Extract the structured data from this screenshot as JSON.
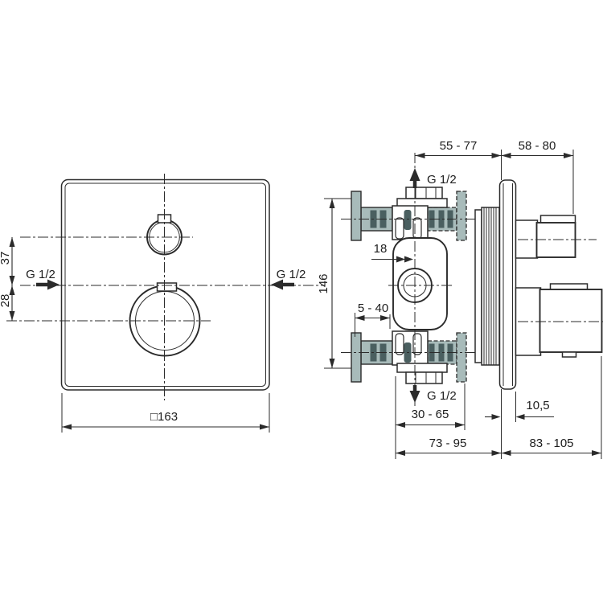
{
  "front_view": {
    "dim_handle_offset": "37",
    "dim_inlet_offset": "28",
    "inlet_left_label": "G 1/2",
    "inlet_right_label": "G 1/2",
    "dim_plate_size": "□163"
  },
  "side_view": {
    "dim_axis_to_wall": "55 - 77",
    "dim_wall_to_handle": "58 - 80",
    "outlet_top_label": "G 1/2",
    "outlet_bottom_label": "G 1/2",
    "dim_overall_height": "146",
    "dim_axis_offset": "18",
    "dim_tile_thickness": "5 - 40",
    "dim_rough_in_depth": "30 - 65",
    "dim_plate_thickness": "10,5",
    "dim_depth_front": "73 - 95",
    "dim_depth_total": "83 - 105"
  },
  "colors": {
    "line": "#2b2b2b",
    "wall_fill": "#a8bbba",
    "slot_fill": "#4a5f60",
    "background": "#ffffff"
  }
}
